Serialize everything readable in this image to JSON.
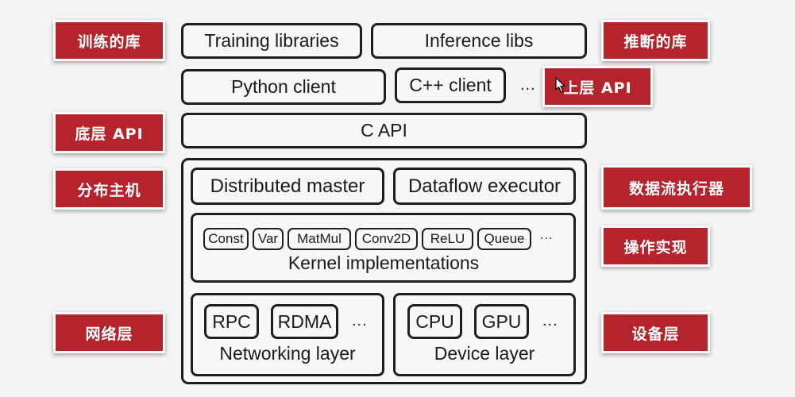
{
  "labels": {
    "training_cn": "训练的库",
    "inference_cn": "推断的库",
    "upper_api_cn": "上层 API",
    "lower_api_cn": "底层 API",
    "dist_master_cn": "分布主机",
    "dataflow_cn": "数据流执行器",
    "kernel_cn": "操作实现",
    "network_cn": "网络层",
    "device_cn": "设备层"
  },
  "boxes": {
    "training_libraries": "Training libraries",
    "inference_libs": "Inference libs",
    "python_client": "Python client",
    "cpp_client": "C++ client",
    "client_ellipsis": "...",
    "c_api": "C API",
    "distributed_master": "Distributed master",
    "dataflow_executor": "Dataflow executor"
  },
  "kernels": {
    "ops": [
      "Const",
      "Var",
      "MatMul",
      "Conv2D",
      "ReLU",
      "Queue"
    ],
    "ellipsis": "...",
    "title": "Kernel implementations"
  },
  "networking": {
    "items": [
      "RPC",
      "RDMA"
    ],
    "ellipsis": "...",
    "title": "Networking layer"
  },
  "device": {
    "items": [
      "CPU",
      "GPU"
    ],
    "ellipsis": "...",
    "title": "Device layer"
  },
  "colors": {
    "tag_red": "#b5232d",
    "border": "#1e1e1e",
    "background": "#f4f4f4"
  }
}
